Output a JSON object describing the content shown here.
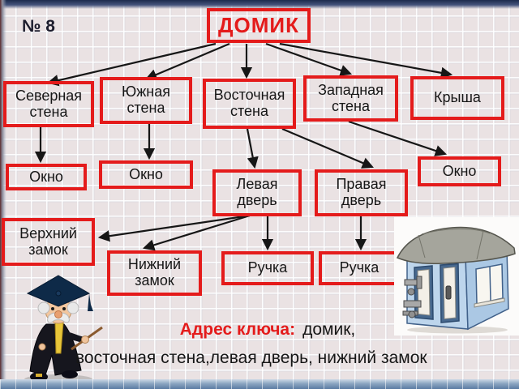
{
  "slide": {
    "number_label": "№ 8"
  },
  "tree": {
    "root": "ДОМИК",
    "children": [
      {
        "label": "Северная стена",
        "children": [
          {
            "label": "Окно"
          }
        ]
      },
      {
        "label": "Южная стена",
        "children": [
          {
            "label": "Окно"
          }
        ]
      },
      {
        "label": "Восточная стена",
        "children": [
          {
            "label": "Левая дверь",
            "children": [
              {
                "label": "Верхний замок"
              },
              {
                "label": "Нижний замок"
              },
              {
                "label": "Ручка"
              }
            ]
          },
          {
            "label": "Правая дверь",
            "children": [
              {
                "label": "Ручка"
              }
            ]
          }
        ]
      },
      {
        "label": "Западная стена",
        "children": [
          {
            "label": "Окно"
          }
        ]
      },
      {
        "label": "Крыша"
      }
    ]
  },
  "footer": {
    "address_label": "Адрес ключа:",
    "address_value_line1": "домик,",
    "address_value_line2": "восточная стена,левая дверь, нижний замок"
  },
  "illustrations": {
    "house": "hand-drawn-house-with-two-doors-locks-and-window",
    "professor": "cartoon-professor-with-graduation-cap-and-pointer"
  },
  "colors": {
    "accent_red": "#e41b1b",
    "text_black": "#161616",
    "paper": "#eae2e3",
    "top_bar": "#1d2b4c",
    "bottom_bar": "#5a7ba3"
  }
}
